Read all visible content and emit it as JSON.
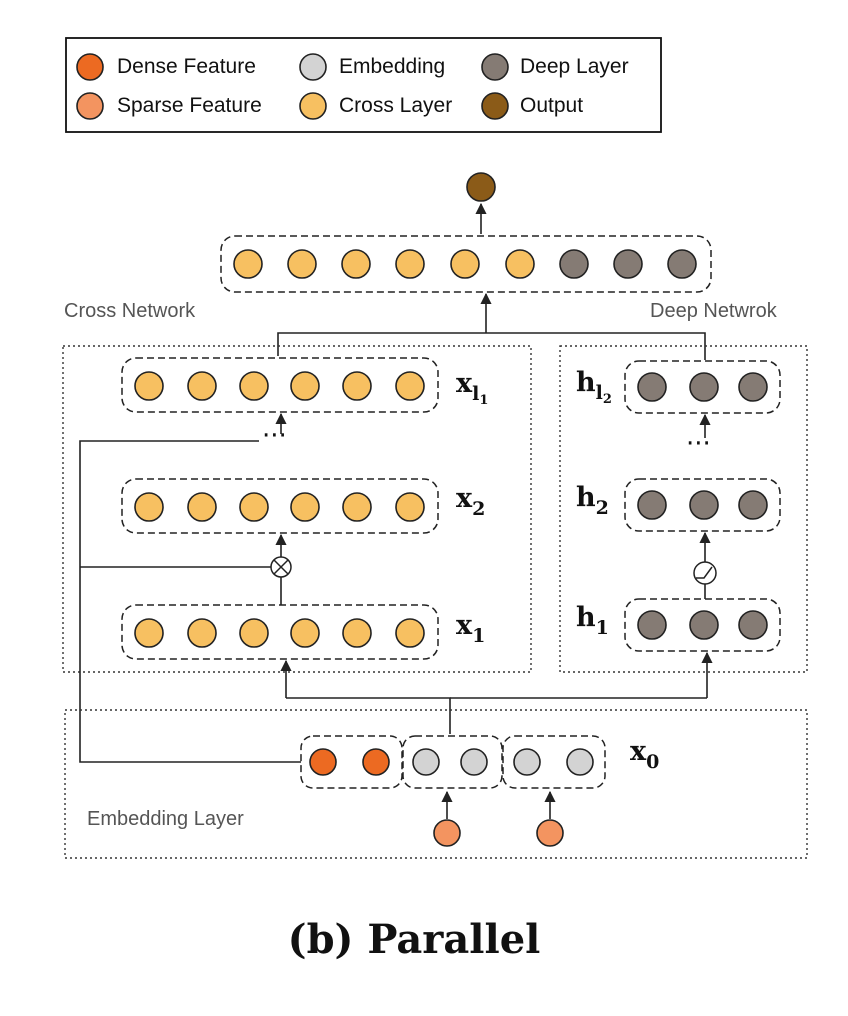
{
  "legend": {
    "items": [
      {
        "label": "Dense Feature",
        "color": "#ec6a22"
      },
      {
        "label": "Embedding",
        "color": "#d3d3d3"
      },
      {
        "label": "Deep Layer",
        "color": "#857b74"
      },
      {
        "label": "Sparse Feature",
        "color": "#f39460"
      },
      {
        "label": "Cross Layer",
        "color": "#f7c061"
      },
      {
        "label": "Output",
        "color": "#8b5b18"
      }
    ]
  },
  "sections": {
    "cross": "Cross Network",
    "deep": "Deep Netwrok",
    "embedding": "Embedding Layer"
  },
  "labels": {
    "x": "x",
    "h": "h",
    "sub_l": "l",
    "sub_1": "1",
    "sub_2": "2",
    "sub_0": "0",
    "dots": "···"
  },
  "caption": "(b) Parallel"
}
